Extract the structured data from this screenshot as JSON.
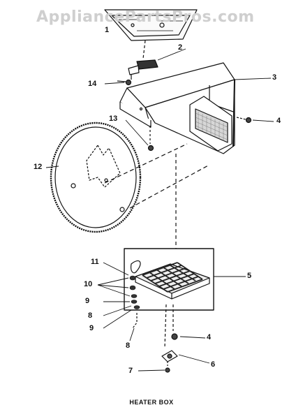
{
  "watermark": "AppliancePartsPros.com",
  "caption": "HEATER BOX",
  "callouts": {
    "c1": "1",
    "c2": "2",
    "c3": "3",
    "c4a": "4",
    "c4b": "4",
    "c5": "5",
    "c6": "6",
    "c7": "7",
    "c8a": "8",
    "c8b": "8",
    "c9a": "9",
    "c9b": "9",
    "c10": "10",
    "c11": "11",
    "c12": "12",
    "c13": "13",
    "c14": "14"
  }
}
